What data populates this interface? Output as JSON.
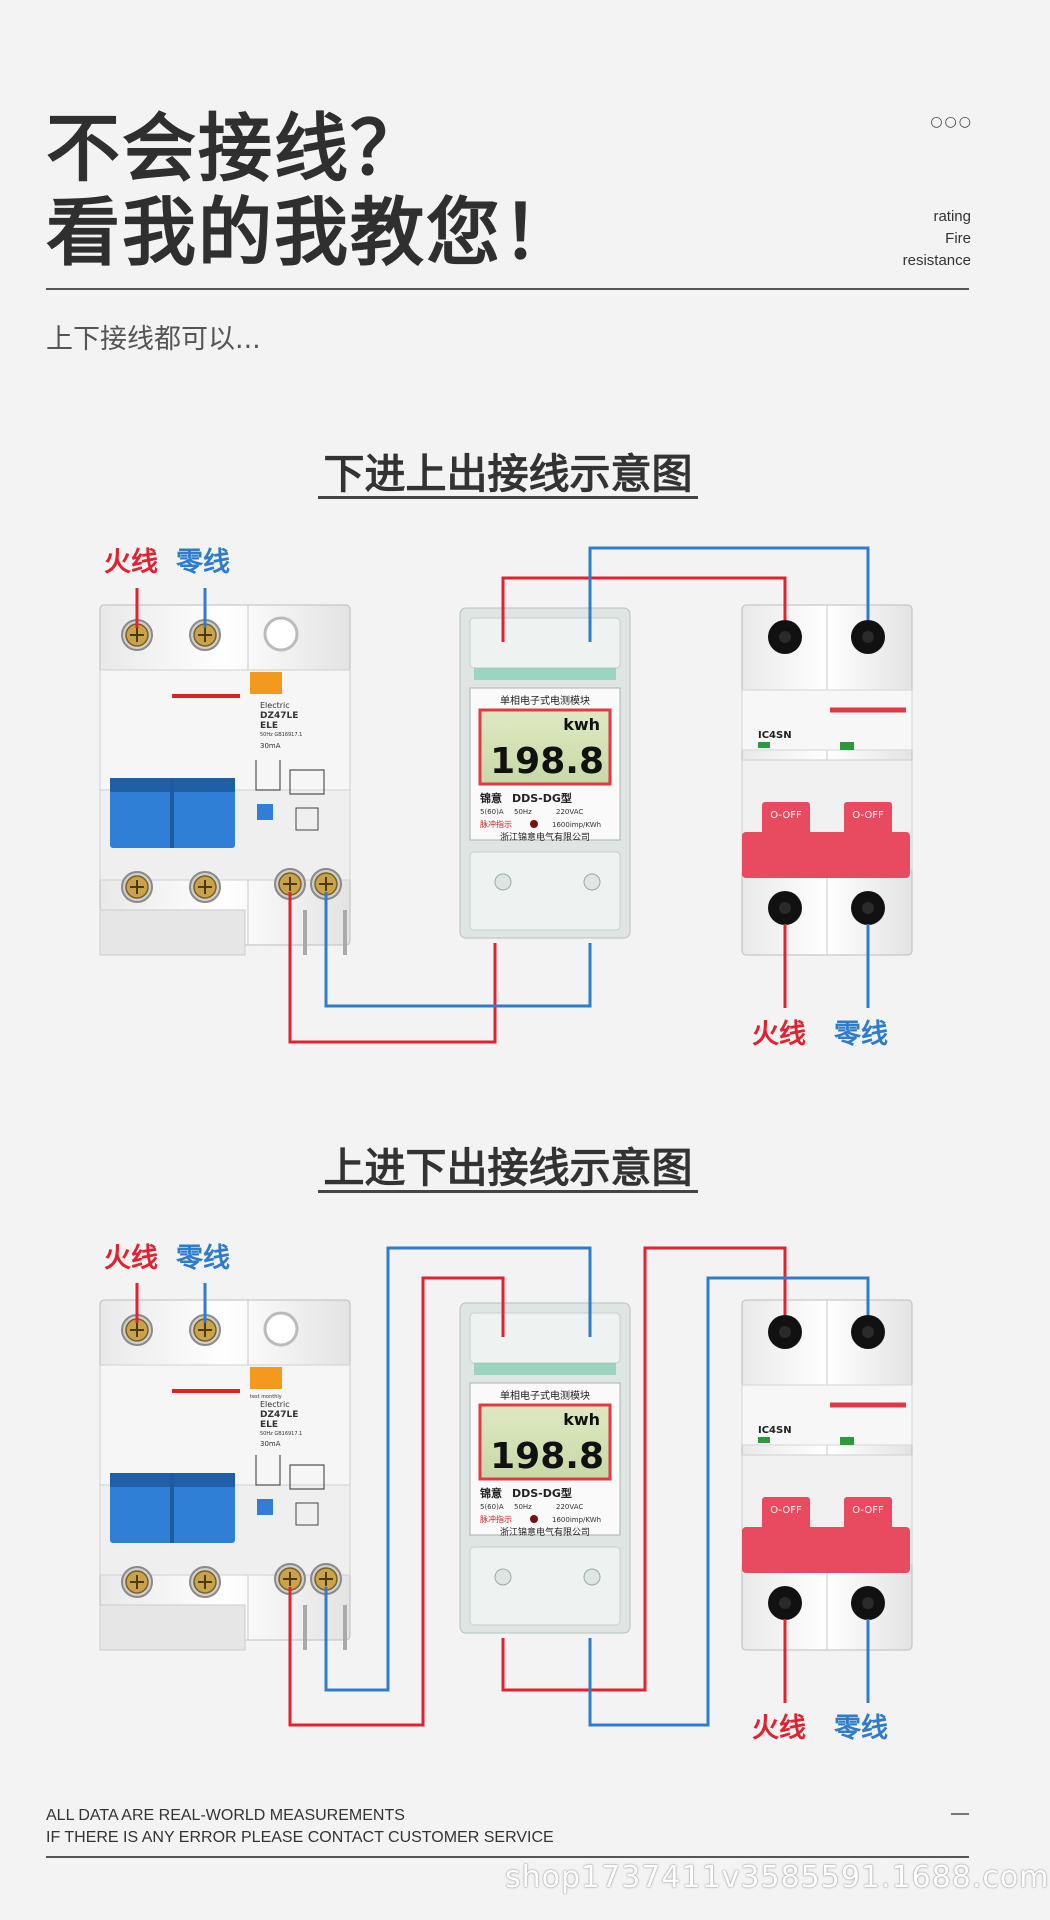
{
  "header": {
    "line1": "不会接线？",
    "line2": "看我的我教您！",
    "dots": "○○○",
    "side": [
      "rating",
      "Fire",
      "resistance"
    ],
    "subline": "上下接线都可以..."
  },
  "sections": [
    {
      "title": "下进上出接线示意图"
    },
    {
      "title": "上进下出接线示意图"
    }
  ],
  "labels": {
    "live": "火线",
    "neutral": "零线"
  },
  "rcbo": {
    "brand": "Electric",
    "model": "DZ47LE",
    "type": "ELE",
    "spec": "50Hz GB16917.1",
    "current": "30mA",
    "test": "test monthly"
  },
  "meter": {
    "title": "单相电子式电测模块",
    "unit": "kwh",
    "reading": "198.8",
    "brand": "锦意",
    "model": "DDS-DG型",
    "rating": "5(60)A",
    "freq": "50Hz",
    "voltage": "220VAC",
    "pulse": "脉冲指示",
    "imp": "1600imp/KWh",
    "maker": "浙江锦意电气有限公司"
  },
  "mcb": {
    "model": "IC4SN",
    "switch": "O-OFF"
  },
  "colors": {
    "live": "#e02330",
    "neutral": "#2f7ccb",
    "breaker_red": "#e84a5f",
    "breaker_blue": "#2f7fd6"
  },
  "footer": {
    "line1": "ALL DATA ARE REAL-WORLD MEASUREMENTS",
    "line2": "IF THERE IS ANY ERROR PLEASE CONTACT CUSTOMER SERVICE",
    "watermark": "shop1737411v3585591.1688.com"
  }
}
